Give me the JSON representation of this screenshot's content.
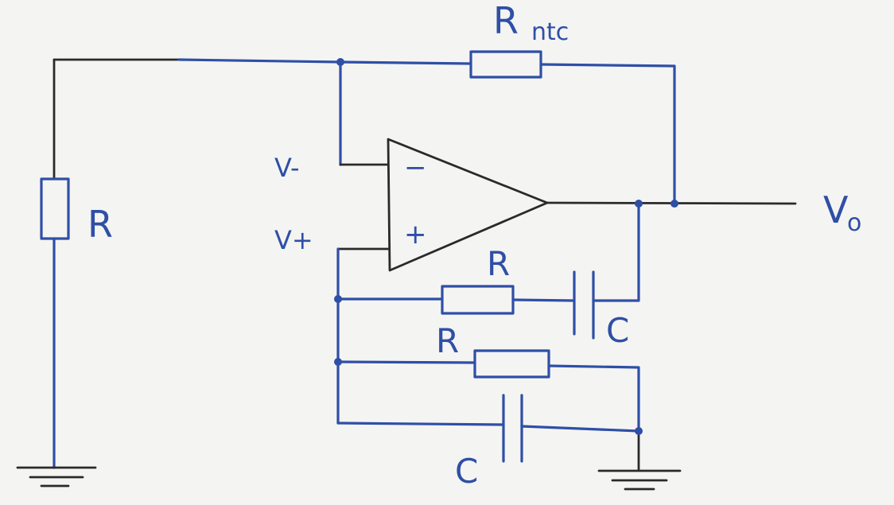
{
  "diagram": {
    "labels": {
      "r_ntc_main": "R",
      "r_ntc_sub": "ntc",
      "r_ground": "R",
      "v_minus": "V-",
      "v_plus": "V+",
      "opamp_minus": "−",
      "opamp_plus": "+",
      "v_out_main": "V",
      "v_out_sub": "o",
      "r_series": "R",
      "c_series": "C",
      "r_parallel": "R",
      "c_parallel": "C"
    },
    "colors": {
      "ink_blue": "#2f4fa6",
      "ink_black": "#2a2a2a",
      "paper": "#f4f4f2"
    }
  }
}
